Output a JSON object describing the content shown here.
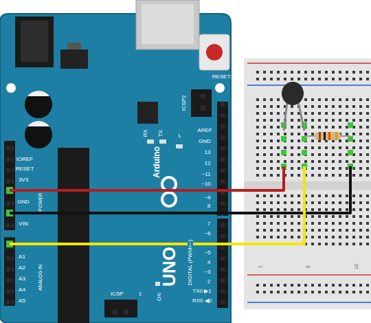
{
  "diagram": {
    "labels": [
      "RESET",
      "ICSP2",
      "RX",
      "TX",
      "L",
      "AREF",
      "GND",
      "13",
      "12",
      "~11",
      "~10",
      "~9",
      "8",
      "7",
      "~6",
      "~5",
      "4",
      "~3",
      "2",
      "TX0 ▶1",
      "RX0 ◀0",
      "DIGITAL (PWM=~)",
      "Arduino",
      "UNO",
      "IOREF",
      "RESET",
      "3V3",
      "GND",
      "VIN",
      "POWER",
      "A1",
      "A2",
      "A3",
      "A4",
      "A5",
      "ANALOG IN",
      "ICSP",
      "1",
      "ON",
      "1",
      "5",
      "10"
    ]
  }
}
